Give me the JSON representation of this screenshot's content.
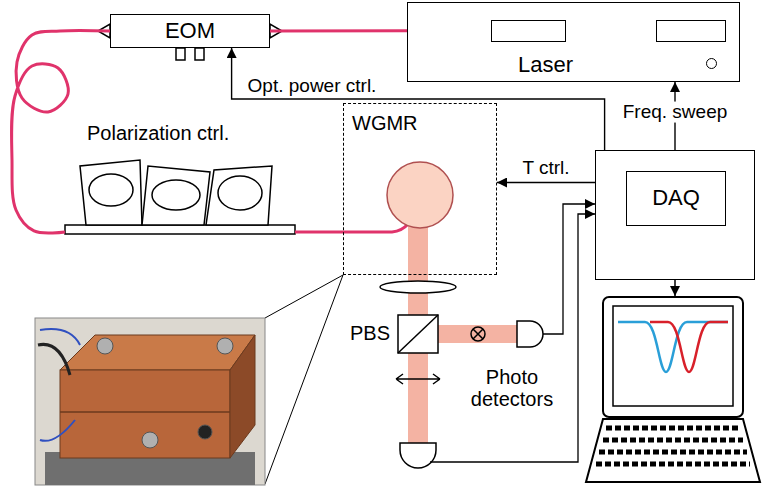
{
  "diagram": {
    "nodes": [
      {
        "text": [
          "EOM"
        ]
      },
      {
        "text": [
          "Laser"
        ]
      },
      {
        "text": [
          "Polarization ctrl."
        ]
      },
      {
        "text": [
          "WGMR"
        ]
      },
      {
        "text": [
          "DAQ"
        ]
      }
    ],
    "edges": [
      {
        "from": 1,
        "to": 0,
        "arrow": "none"
      },
      {
        "from": 0,
        "to": 2,
        "arrow": "none"
      },
      {
        "from": 2,
        "to": 3,
        "arrow": "none"
      },
      {
        "from": 4,
        "to": 0,
        "label": "Opt. power ctrl.",
        "arrow": "to"
      },
      {
        "from": 4,
        "to": 1,
        "label": "Freq. sweep",
        "arrow": "to"
      },
      {
        "from": 4,
        "to": 3,
        "label": "T ctrl.",
        "arrow": "to"
      }
    ],
    "labels": [
      "PBS",
      "Photo detectors"
    ]
  }
}
